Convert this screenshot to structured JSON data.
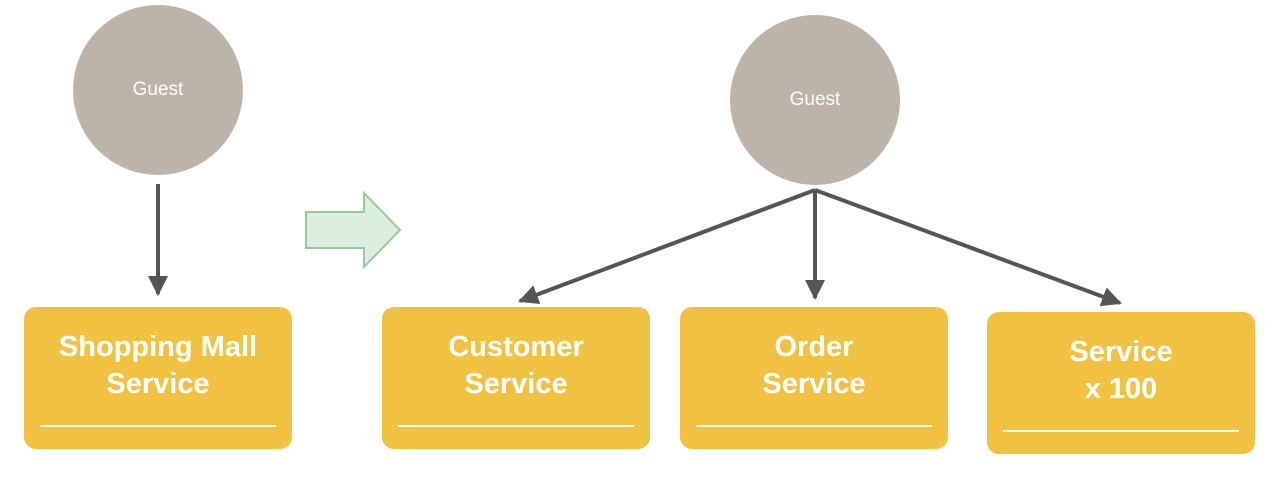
{
  "left": {
    "guest_label": "Guest",
    "service": {
      "line1": "Shopping Mall",
      "line2": "Service"
    }
  },
  "right": {
    "guest_label": "Guest",
    "services": [
      {
        "line1": "Customer",
        "line2": "Service"
      },
      {
        "line1": "Order",
        "line2": "Service"
      },
      {
        "line1": "Service",
        "line2": "x 100"
      }
    ]
  },
  "colors": {
    "guest": "#bdb3a9",
    "service": "#f1c242",
    "arrow": "#555555",
    "transition_arrow_fill": "#dcefdd",
    "transition_arrow_stroke": "#9bc79d"
  }
}
